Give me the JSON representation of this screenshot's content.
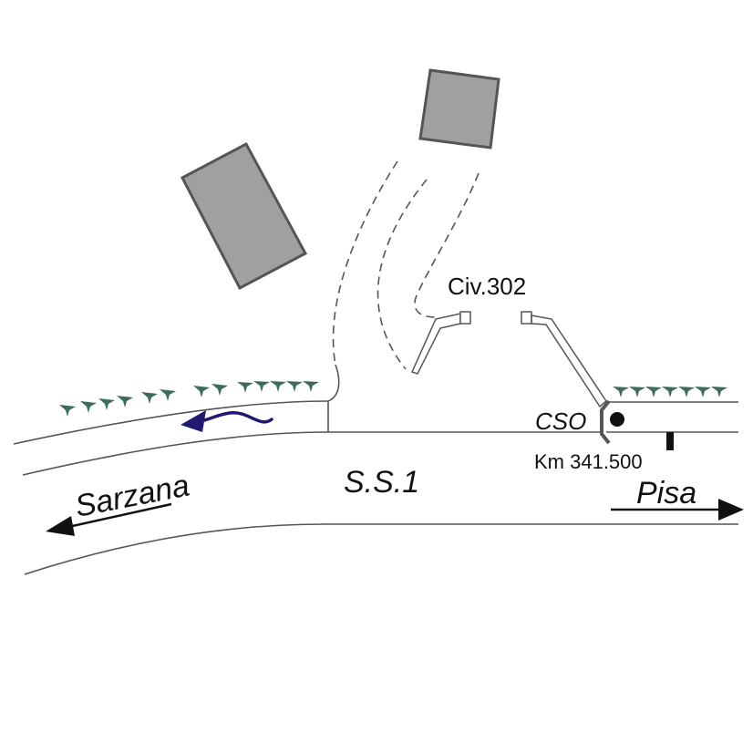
{
  "labels": {
    "civic_number": "Civ.302",
    "cso": "CSO",
    "km_marker": "Km 341.500",
    "road_name": "S.S.1",
    "direction_left": "Sarzana",
    "direction_right": "Pisa"
  },
  "colors": {
    "road_line": "#555555",
    "building_fill": "#a0a0a0",
    "building_stroke": "#555555",
    "tree": "#3d6b5c",
    "flow_arrow": "#1f1a70",
    "arrow": "#111111"
  }
}
